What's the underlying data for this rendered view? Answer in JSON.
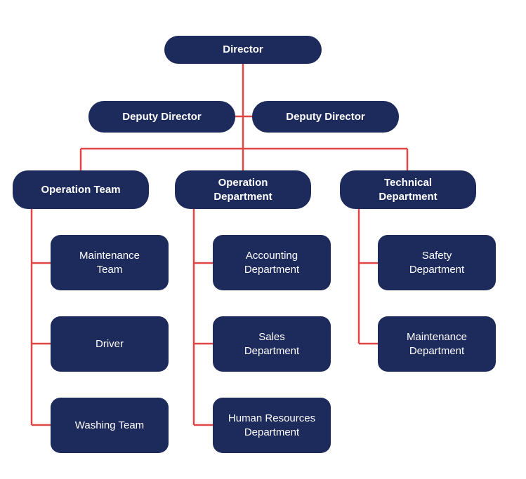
{
  "org_chart": {
    "director": "Director",
    "deputy_left": "Deputy Director",
    "deputy_right": "Deputy Director",
    "branches": [
      {
        "head": "Operation Team",
        "children": [
          "Maintenance\nTeam",
          "Driver",
          "Washing Team"
        ]
      },
      {
        "head": "Operation\nDepartment",
        "children": [
          "Accounting\nDepartment",
          "Sales\nDepartment",
          "Human Resources\nDepartment"
        ]
      },
      {
        "head": "Technical\nDepartment",
        "children": [
          "Safety\nDepartment",
          "Maintenance\nDepartment"
        ]
      }
    ]
  },
  "colors": {
    "node_fill": "#1d2a5c",
    "node_text": "#ffffff",
    "connector": "#e04646"
  }
}
